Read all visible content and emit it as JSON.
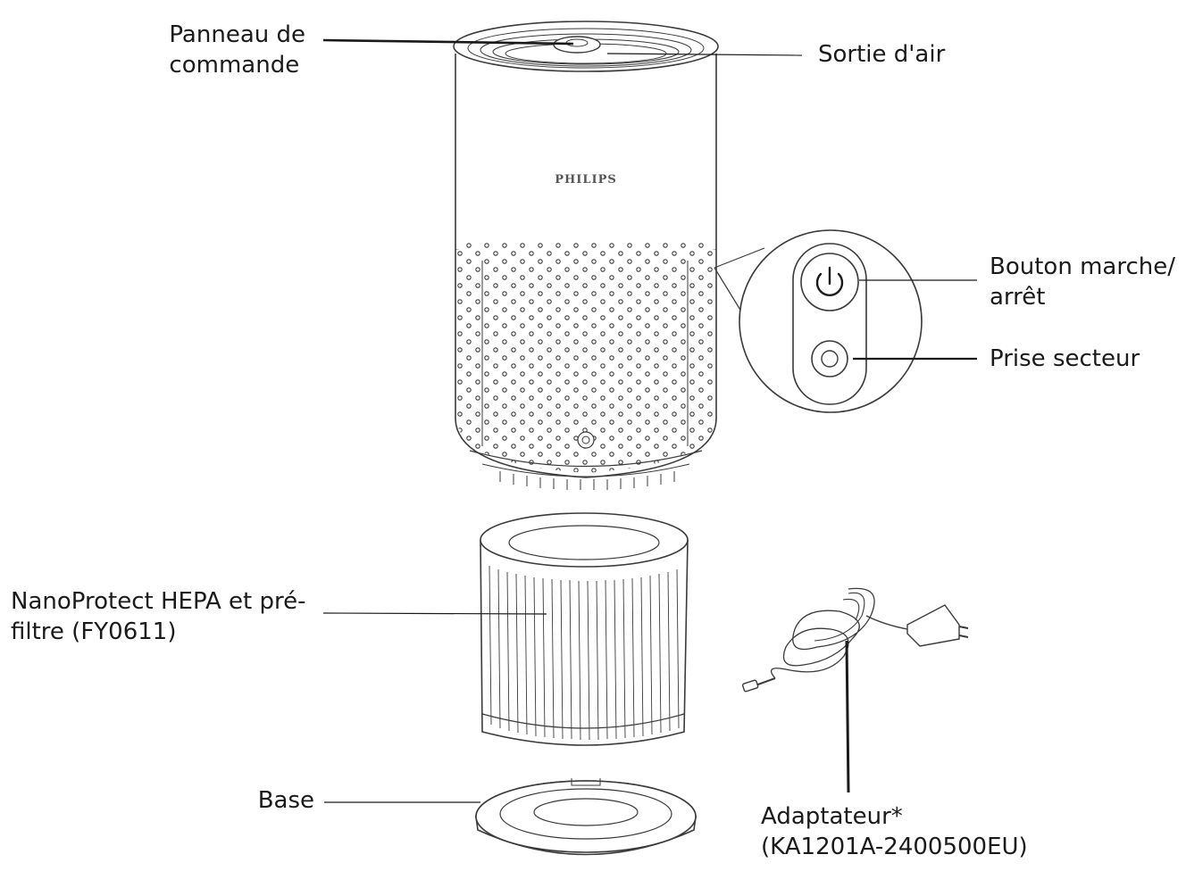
{
  "labels": {
    "control_panel": [
      "Panneau de",
      "commande"
    ],
    "air_outlet": "Sortie d'air",
    "power_button": [
      "Bouton marche/",
      "arrêt"
    ],
    "power_socket": "Prise secteur",
    "filter": [
      "NanoProtect HEPA et pré-",
      "filtre (FY0611)"
    ],
    "base": "Base",
    "adapter": [
      "Adaptateur*",
      "(KA1201A-2400500EU)"
    ]
  },
  "brand": "PHILIPS",
  "colors": {
    "line": "#1a1a1a",
    "outline": "#3a3a3a",
    "fill": "#ffffff",
    "shade": "#f4f4f4"
  },
  "icons": [
    "power-icon",
    "socket-icon"
  ]
}
